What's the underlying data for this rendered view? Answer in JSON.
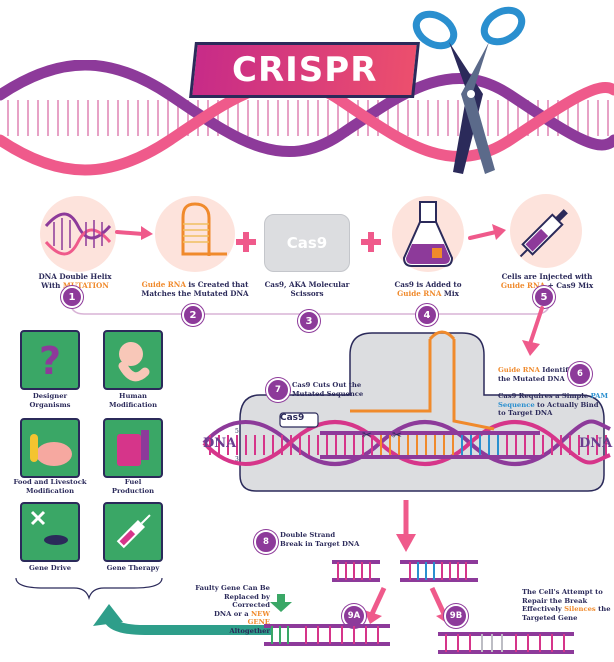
{
  "title": "CRISPR",
  "steps": [
    {
      "num": "1",
      "line1": "DNA Double Helix",
      "line2_pre": "With ",
      "line2_hl": "MUTATION"
    },
    {
      "num": "2",
      "hl": "Guide RNA",
      "rest": " is Created that",
      "line2": "Matches the Mutated DNA"
    },
    {
      "num": "3",
      "line1": "Cas9, AKA Molecular",
      "line2": "Scissors",
      "box_label": "Cas9"
    },
    {
      "num": "4",
      "line1": "Cas9 is Added to",
      "line2_hl": "Guide RNA",
      "line2_rest": " Mix"
    },
    {
      "num": "5",
      "line1": "Cells are Injected with",
      "line2_hl": "Guide RNA",
      "line2_rest": " + Cas9 Mix"
    }
  ],
  "applications": [
    {
      "label_1": "Designer",
      "label_2": "Organisms",
      "icon": "question-mark-icon"
    },
    {
      "label_1": "Human",
      "label_2": "Modification",
      "icon": "baby-icon"
    },
    {
      "label_1": "Food and Livestock",
      "label_2": "Modification",
      "icon": "pig-corn-icon"
    },
    {
      "label_1": "Fuel",
      "label_2": "Production",
      "icon": "fuel-can-icon"
    },
    {
      "label_1": "Gene Drive",
      "label_2": "",
      "icon": "mosquito-icon"
    },
    {
      "label_1": "Gene Therapy",
      "label_2": "",
      "icon": "syringe-icon"
    }
  ],
  "mechanism": {
    "cas9_label": "Cas9",
    "dna_left": "DNA",
    "dna_right": "DNA",
    "prime5": "5",
    "prime3": "3",
    "step6_num": "6",
    "step6_hl": "Guide RNA",
    "step6_rest": " Identifies",
    "step6_line2": "the Mutated DNA",
    "step7_num": "7",
    "step7_line1": "Cas9 Cuts Out the",
    "step7_line2": "Mutated Sequence",
    "pam_line1": "Cas9 Requires a Simple ",
    "pam_hl1": "PAM",
    "pam_hl2": "Sequence",
    "pam_rest2": " to Actually Bind",
    "pam_line3": "to Target DNA",
    "step8_num": "8",
    "step8_line1": "Double Strand",
    "step8_line2": "Break in Target DNA",
    "step9a_num": "9A",
    "step9a_line1": "Faulty Gene Can Be",
    "step9a_line2": "Replaced by Corrected",
    "step9a_line3_pre": "DNA or a ",
    "step9a_line3_hl": "NEW GENE",
    "step9a_line4": "Altogether",
    "step9b_num": "9B",
    "step9b_line1": "The Cell's Attempt to",
    "step9b_line2": "Repair the Break",
    "step9b_line3_pre": "Effectively ",
    "step9b_line3_hl": "Silences",
    "step9b_line3_post": " the",
    "step9b_line4": "Targeted Gene"
  },
  "colors": {
    "purple": "#8d3a9a",
    "magenta": "#d6358a",
    "pink": "#ef5a8b",
    "navy": "#2b2a5a",
    "orange": "#f08a2c",
    "blue": "#2a8fcf",
    "green": "#3aa766",
    "teal": "#2e9e8a"
  }
}
